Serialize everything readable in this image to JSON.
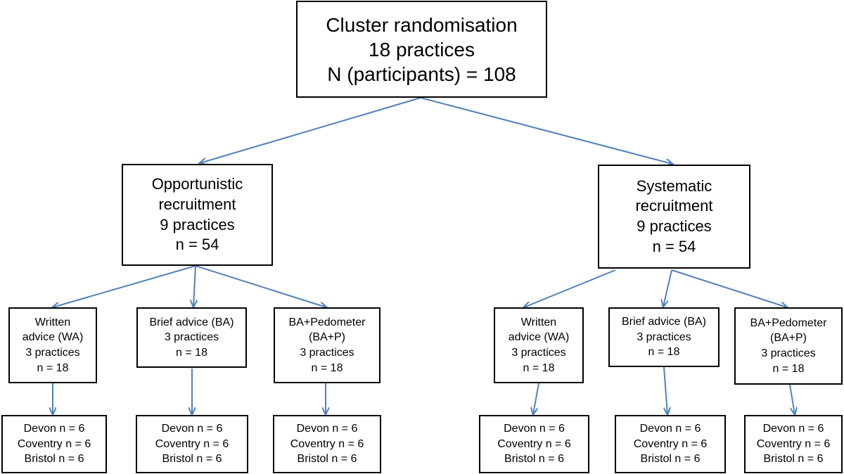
{
  "root": {
    "line1": "Cluster randomisation",
    "line2": "18 practices",
    "line3": "N (participants) = 108"
  },
  "arms": [
    {
      "line1": "Opportunistic",
      "line2": "recruitment",
      "line3": "9 practices",
      "line4": "n = 54",
      "groups": [
        {
          "lines": [
            "Written",
            "advice (WA)",
            "3 practices",
            "n = 18"
          ],
          "sites": [
            "Devon n = 6",
            "Coventry n = 6",
            "Bristol n = 6"
          ]
        },
        {
          "lines": [
            "Brief advice (BA)",
            "3 practices",
            "n = 18"
          ],
          "sites": [
            "Devon n = 6",
            "Coventry n = 6",
            "Bristol n = 6"
          ]
        },
        {
          "lines": [
            "BA+Pedometer",
            "(BA+P)",
            "3 practices",
            "n = 18"
          ],
          "sites": [
            "Devon n = 6",
            "Coventry n = 6",
            "Bristol n = 6"
          ]
        }
      ]
    },
    {
      "line1": "Systematic",
      "line2": "recruitment",
      "line3": "9 practices",
      "line4": "n = 54",
      "groups": [
        {
          "lines": [
            "Written",
            "advice (WA)",
            "3 practices",
            "n = 18"
          ],
          "sites": [
            "Devon n = 6",
            "Coventry n = 6",
            "Bristol n = 6"
          ]
        },
        {
          "lines": [
            "Brief advice (BA)",
            "3 practices",
            "n = 18"
          ],
          "sites": [
            "Devon n = 6",
            "Coventry n = 6",
            "Bristol n = 6"
          ]
        },
        {
          "lines": [
            "BA+Pedometer",
            "(BA+P)",
            "3 practices",
            "n = 18"
          ],
          "sites": [
            "Devon n = 6",
            "Coventry n = 6",
            "Bristol n = 6"
          ]
        }
      ]
    }
  ],
  "colors": {
    "arrow": "#4f81bd",
    "border": "#000000"
  }
}
